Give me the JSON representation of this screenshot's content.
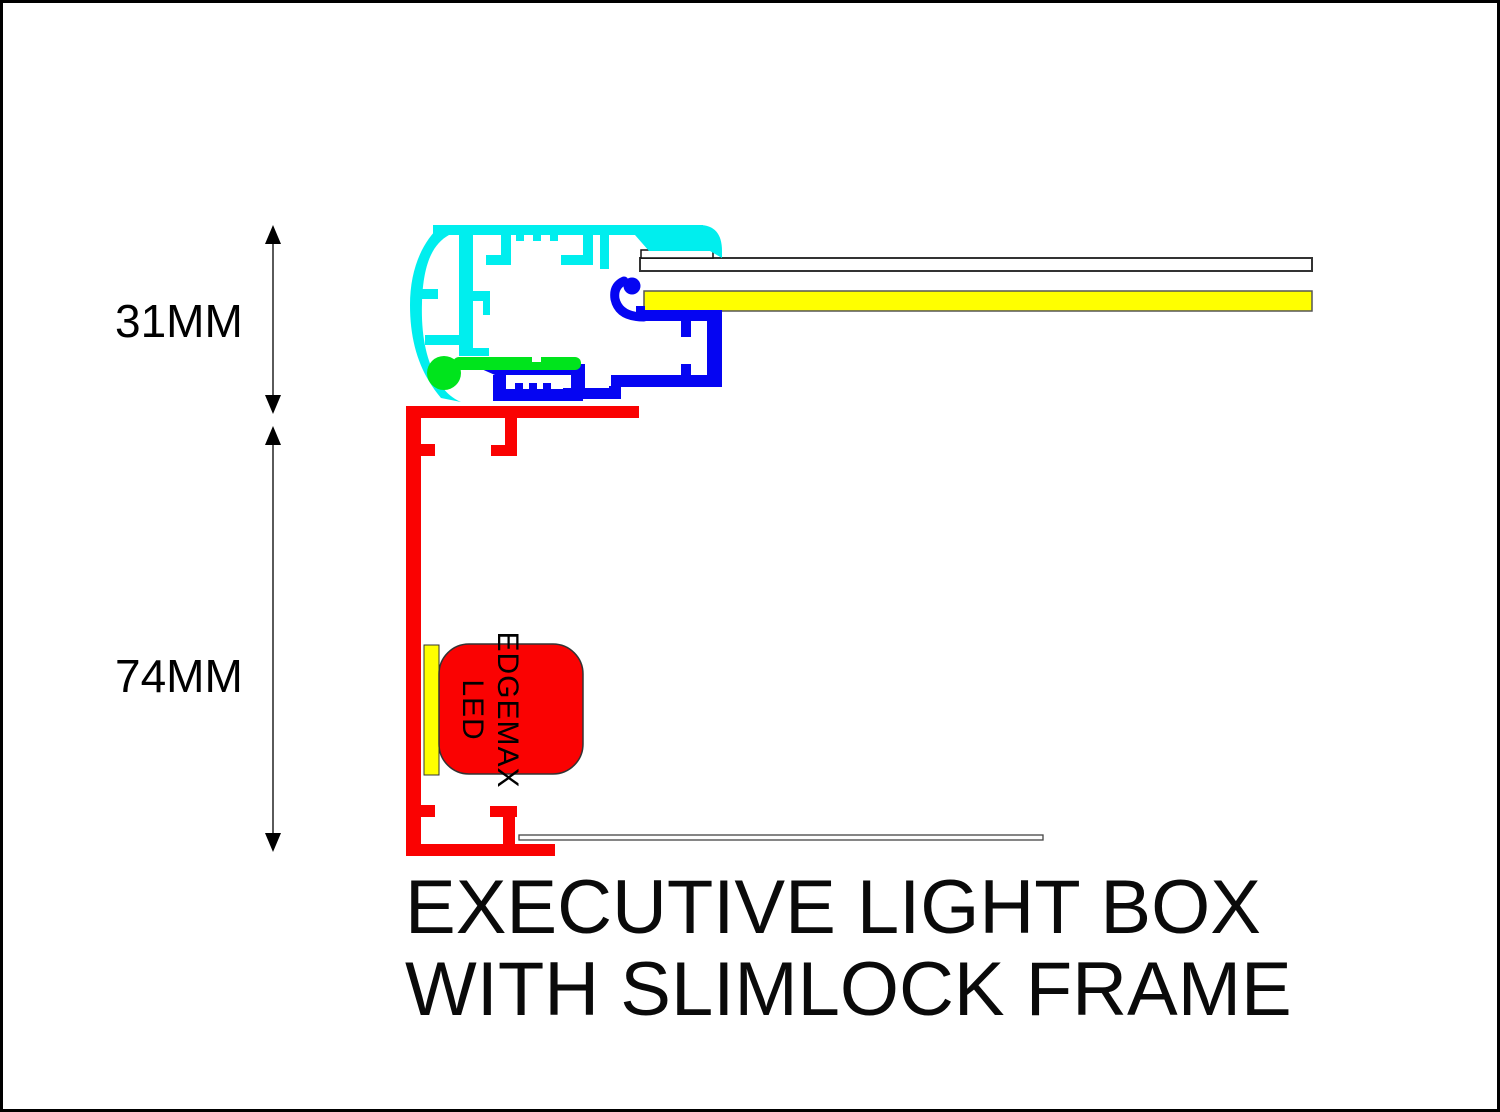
{
  "diagram": {
    "labels": {
      "dim_top": "31MM",
      "dim_bottom": "74MM"
    },
    "led_module": {
      "line1": "EDGEMAX",
      "line2": "LED"
    },
    "title": {
      "line1": "EXECUTIVE LIGHT BOX",
      "line2": "WITH SLIMLOCK FRAME"
    },
    "colors": {
      "frame_cyan": "#00EEEE",
      "frame_blue": "#0505F2",
      "frame_red": "#FA0202",
      "gasket_green": "#00E41C",
      "panel_yellow": "#FFFF00",
      "panel_white": "#FFFFFF",
      "outline_dark": "#333333",
      "dim_line": "#5a5a5a",
      "arrow_black": "#000000"
    }
  }
}
